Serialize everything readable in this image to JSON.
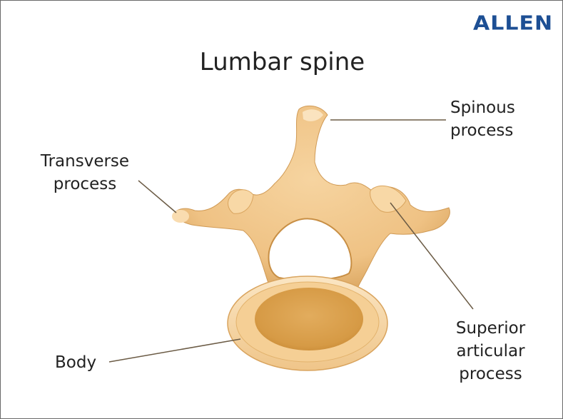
{
  "brand": {
    "logo_text": "ALLEN",
    "logo_color": "#1d4f94"
  },
  "title": "Lumbar spine",
  "labels": {
    "spinous": [
      "Spinous",
      "process"
    ],
    "transverse": [
      "Transverse",
      "process"
    ],
    "superior": [
      "Superior",
      "articular",
      "process"
    ],
    "body": [
      "Body"
    ]
  },
  "colors": {
    "bone_main": "#f0c68b",
    "bone_shadow": "#d9a45e",
    "bone_highlight": "#fbe6c4",
    "body_center": "#dca04d",
    "leader_line": "#6b5b45"
  }
}
